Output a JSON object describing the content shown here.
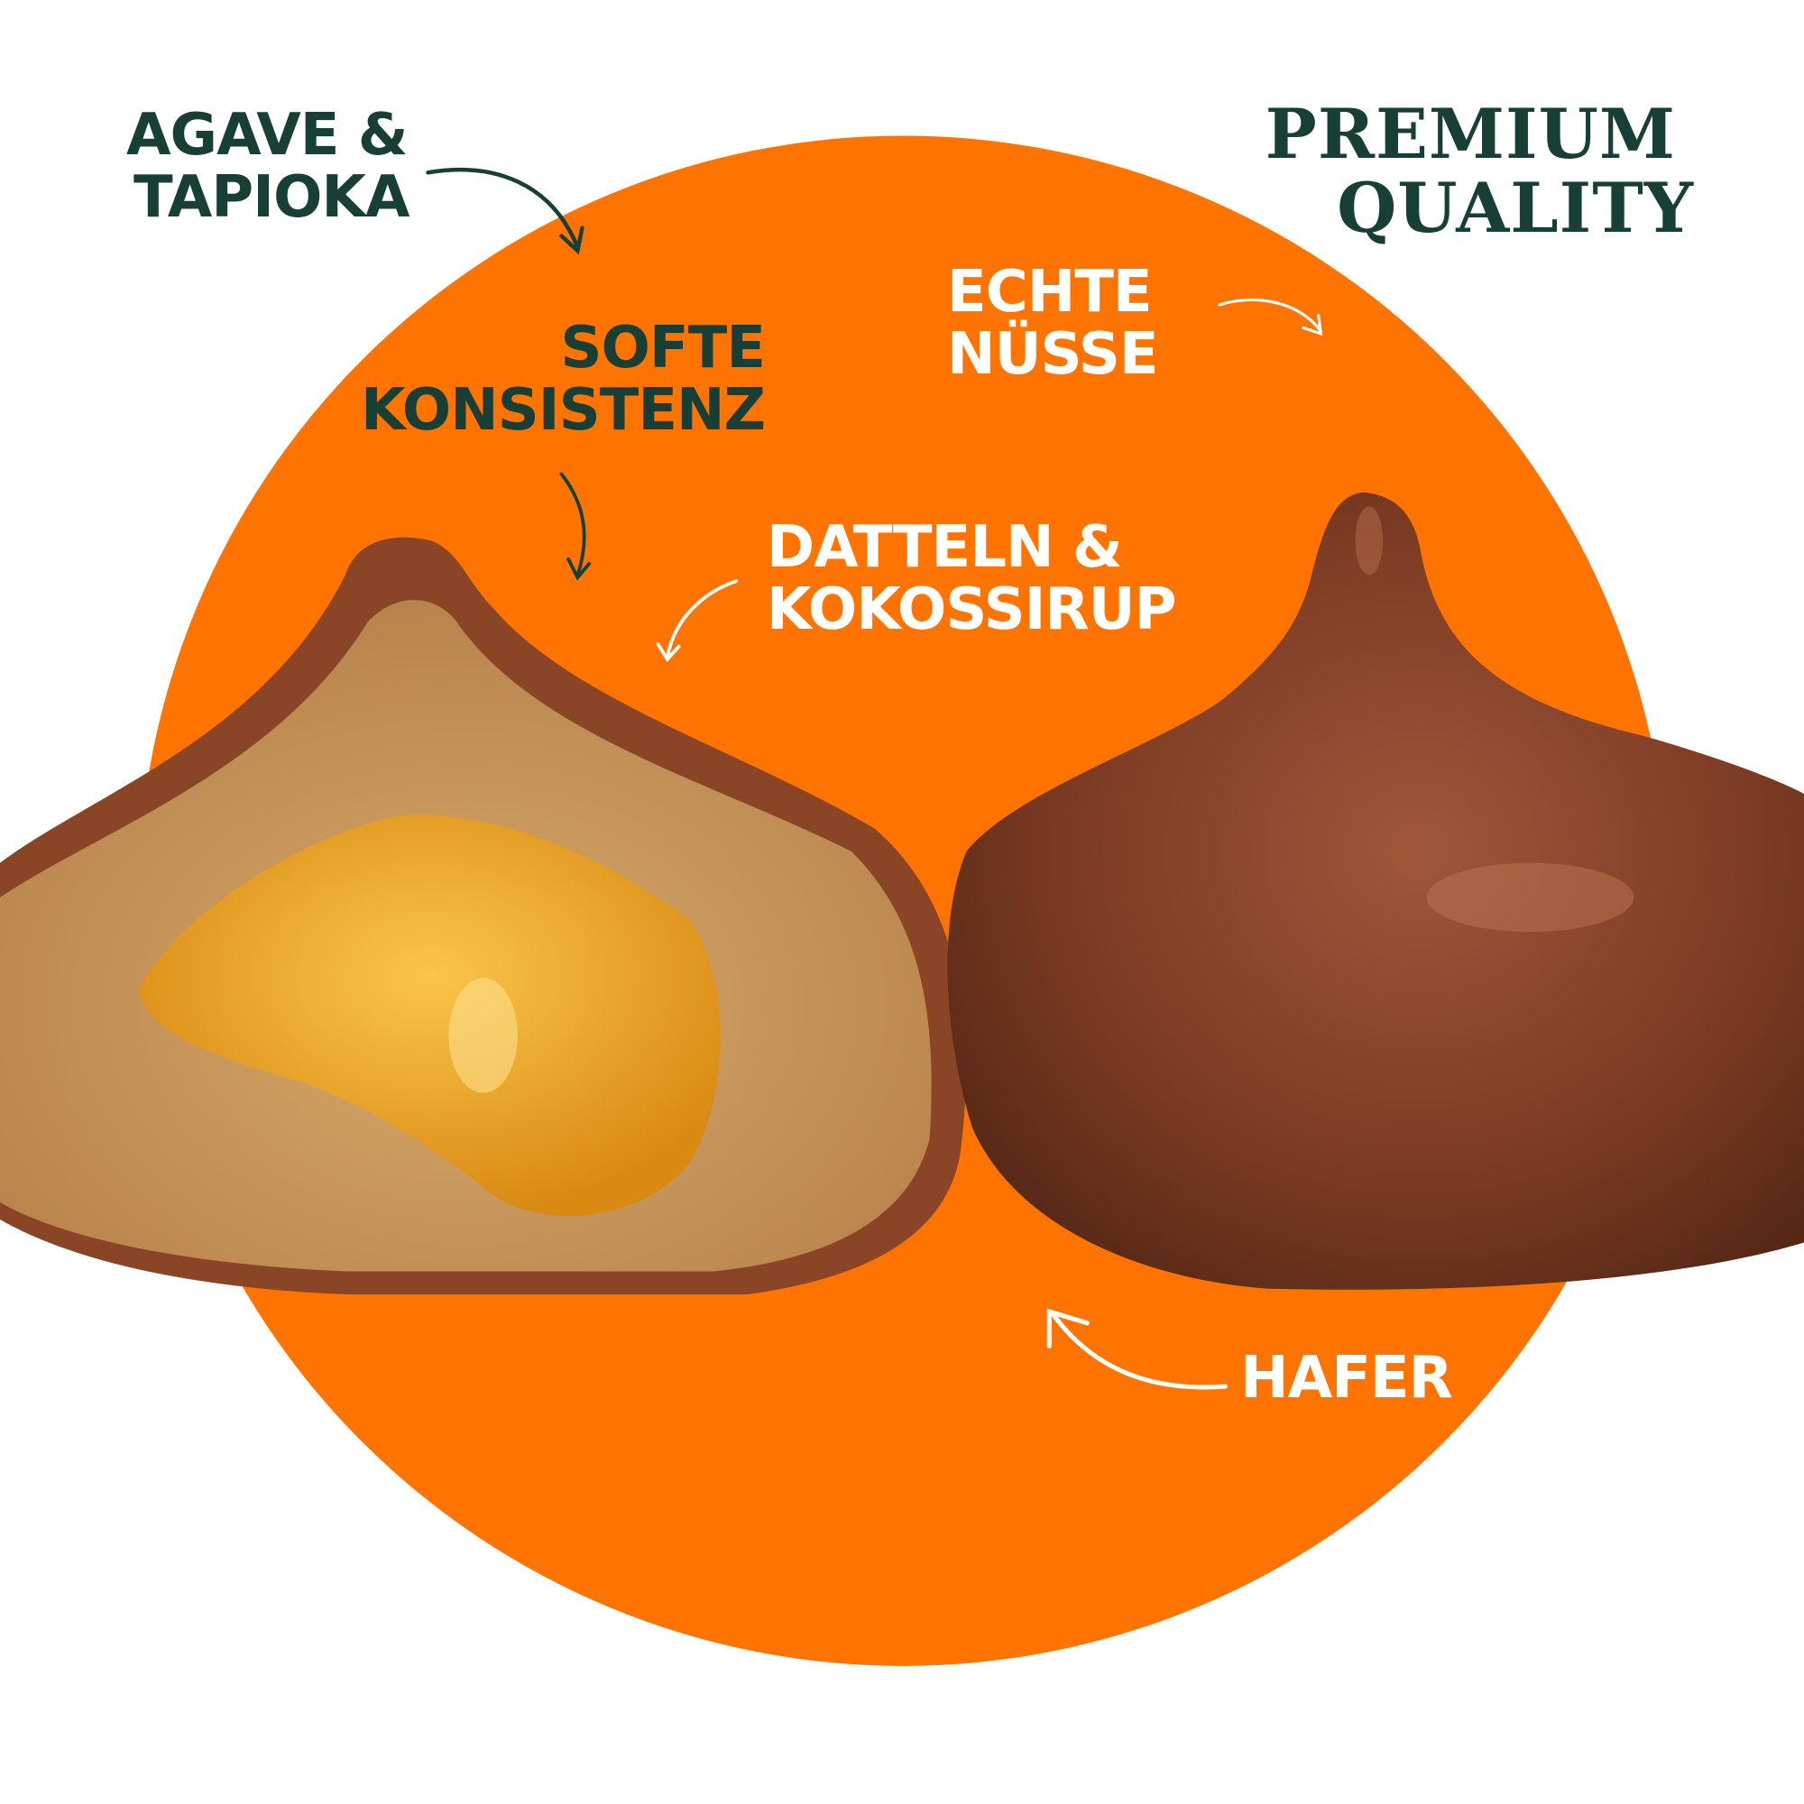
{
  "colors": {
    "circle": "#ff7300",
    "dark_text": "#173f35",
    "light_text": "#ffffff",
    "chocolate": "#8a4526",
    "dough": "#c99a5e",
    "filling": "#f0a21c"
  },
  "labels": {
    "agave": [
      "AGAVE &",
      "TAPIOKA"
    ],
    "premium": [
      "PREMIUM",
      "QUALITY"
    ],
    "nuts": [
      "ECHTE",
      "NÜSSE"
    ],
    "soft": [
      "SOFTE",
      "KONSISTENZ"
    ],
    "dates": [
      "DATTELN &",
      "KOKOSSIRUP"
    ],
    "oats": [
      "HAFER"
    ]
  }
}
